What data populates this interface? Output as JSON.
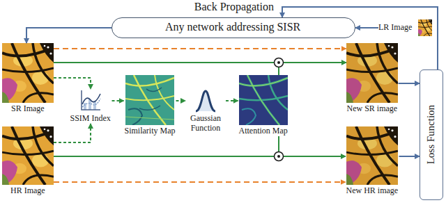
{
  "diagram": {
    "nodes": [
      {
        "text": [
          "Any network addressing SISR"
        ]
      },
      {
        "text": [
          "LR Image"
        ]
      },
      {
        "text": [
          "SR Image"
        ]
      },
      {
        "text": [
          "SSIM Index"
        ]
      },
      {
        "text": [
          "Similarity Map"
        ]
      },
      {
        "text": [
          "Gaussian Function"
        ]
      },
      {
        "text": [
          "Attention Map"
        ]
      },
      {
        "text": [
          "New SR image"
        ]
      },
      {
        "text": [
          "HR Image"
        ]
      },
      {
        "text": [
          "New HR image"
        ]
      },
      {
        "text": [
          "Loss Function"
        ]
      }
    ],
    "edges": [
      {
        "from": 10,
        "to": 0,
        "arrow": "to",
        "label": "Back Propagation"
      },
      {
        "from": 1,
        "to": 0,
        "arrow": "to"
      },
      {
        "from": 0,
        "to": 2,
        "arrow": "to"
      },
      {
        "from": 2,
        "to": 3,
        "arrow": "to"
      },
      {
        "from": 8,
        "to": 3,
        "arrow": "to"
      },
      {
        "from": 3,
        "to": 4,
        "arrow": "to"
      },
      {
        "from": 4,
        "to": 5,
        "arrow": "to"
      },
      {
        "from": 5,
        "to": 6,
        "arrow": "to"
      },
      {
        "from": 2,
        "to": 7,
        "arrow": "to"
      },
      {
        "from": 6,
        "to": 7,
        "arrow": "to"
      },
      {
        "from": 2,
        "to": 7,
        "arrow": "to"
      },
      {
        "from": 8,
        "to": 9,
        "arrow": "to"
      },
      {
        "from": 6,
        "to": 9,
        "arrow": "to"
      },
      {
        "from": 8,
        "to": 9,
        "arrow": "to"
      },
      {
        "from": 7,
        "to": 10,
        "arrow": "to"
      },
      {
        "from": 9,
        "to": 10,
        "arrow": "to"
      }
    ]
  }
}
